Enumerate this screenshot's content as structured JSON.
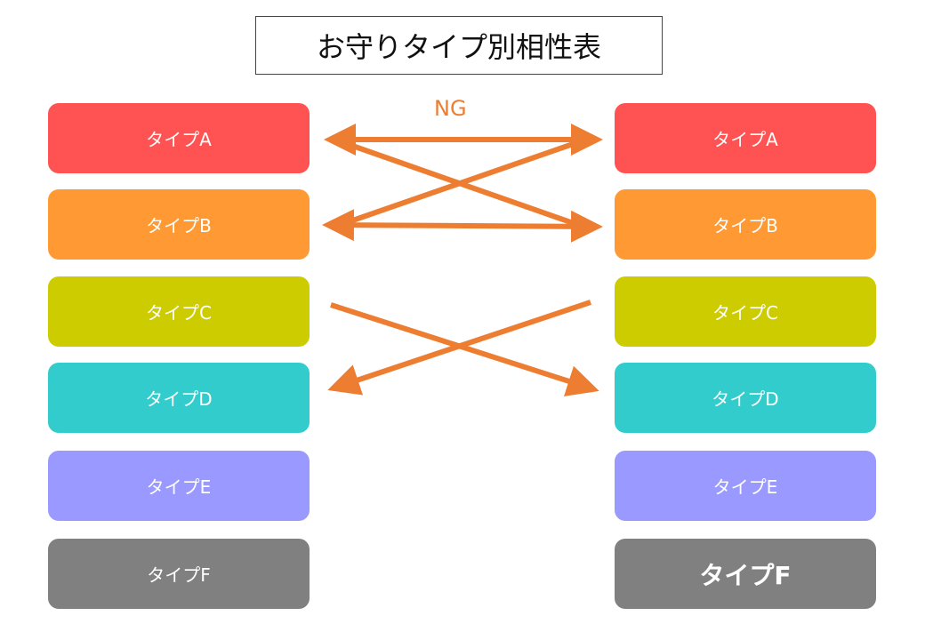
{
  "title": "お守りタイプ別相性表",
  "ng_label": "NG",
  "colors": {
    "arrow": "#ed7d31"
  },
  "left": [
    {
      "label": "タイプA",
      "color": "#ff5252"
    },
    {
      "label": "タイプB",
      "color": "#ff9933"
    },
    {
      "label": "タイプC",
      "color": "#cccc00"
    },
    {
      "label": "タイプD",
      "color": "#33cccc"
    },
    {
      "label": "タイプE",
      "color": "#9999ff"
    },
    {
      "label": "タイプF",
      "color": "#808080"
    }
  ],
  "right": [
    {
      "label": "タイプA",
      "color": "#ff5252"
    },
    {
      "label": "タイプB",
      "color": "#ff9933"
    },
    {
      "label": "タイプC",
      "color": "#cccc00"
    },
    {
      "label": "タイプD",
      "color": "#33cccc"
    },
    {
      "label": "タイプE",
      "color": "#9999ff"
    },
    {
      "label": "タイプF",
      "color": "#808080"
    }
  ],
  "relations": [
    {
      "from": "left.A",
      "to": "right.A",
      "type": "NG"
    },
    {
      "from": "left.A",
      "to": "right.B",
      "type": "NG"
    },
    {
      "from": "right.A",
      "to": "left.B",
      "type": "NG"
    },
    {
      "from": "left.B",
      "to": "right.B",
      "type": "NG"
    },
    {
      "from": "left.C",
      "to": "right.D",
      "type": "NG"
    },
    {
      "from": "right.C",
      "to": "left.D",
      "type": "NG"
    }
  ]
}
